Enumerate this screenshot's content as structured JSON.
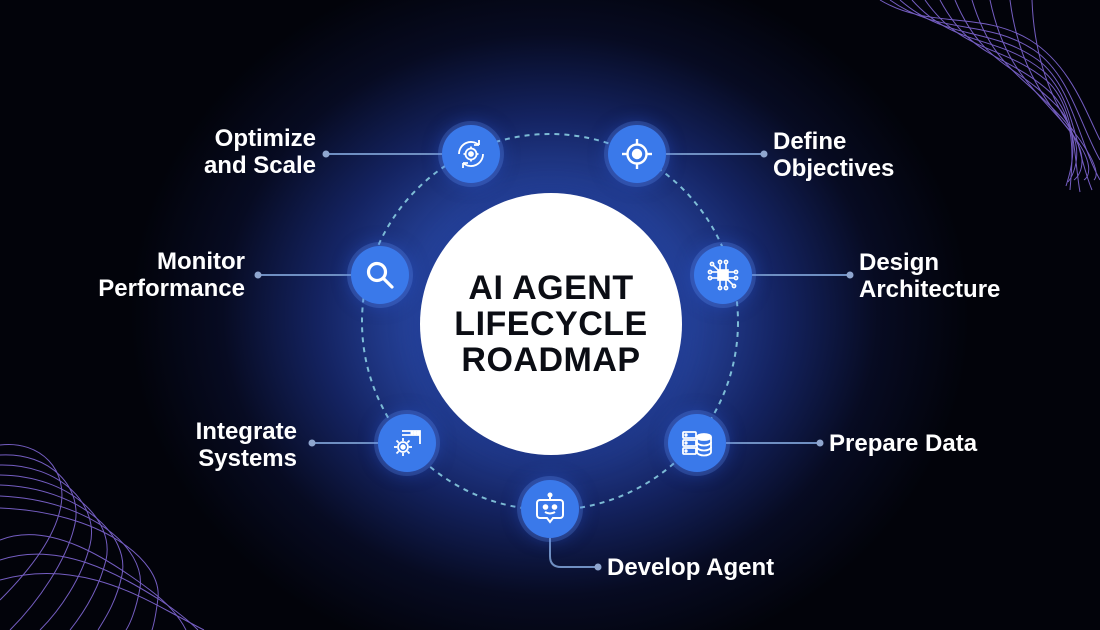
{
  "center_title": [
    "AI AGENT",
    "LIFECYCLE",
    "ROADMAP"
  ],
  "colors": {
    "node_fill": "#3a79ea",
    "connector": "#6f8fc2",
    "ring": "#8fd6e8",
    "label_text": "#ffffff",
    "wave": "#9b7cff"
  },
  "steps": [
    {
      "id": "define",
      "lines": [
        "Define",
        "Objectives"
      ],
      "icon": "target-icon"
    },
    {
      "id": "design",
      "lines": [
        "Design",
        "Architecture"
      ],
      "icon": "chip-network-icon"
    },
    {
      "id": "prepare",
      "lines": [
        "Prepare Data"
      ],
      "icon": "database-server-icon"
    },
    {
      "id": "develop",
      "lines": [
        "Develop Agent"
      ],
      "icon": "robot-chat-icon"
    },
    {
      "id": "integrate",
      "lines": [
        "Integrate",
        "Systems"
      ],
      "icon": "gear-window-icon"
    },
    {
      "id": "monitor",
      "lines": [
        "Monitor",
        "Performance"
      ],
      "icon": "magnifier-icon"
    },
    {
      "id": "optimize",
      "lines": [
        "Optimize",
        "and Scale"
      ],
      "icon": "gear-cycle-icon"
    }
  ]
}
